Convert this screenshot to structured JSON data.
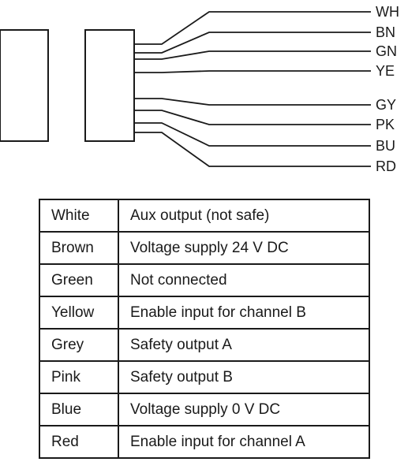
{
  "wires": [
    {
      "code": "WH"
    },
    {
      "code": "BN"
    },
    {
      "code": "GN"
    },
    {
      "code": "YE"
    },
    {
      "code": "GY"
    },
    {
      "code": "PK"
    },
    {
      "code": "BU"
    },
    {
      "code": "RD"
    }
  ],
  "table": {
    "rows": [
      {
        "color": "White",
        "function": "Aux output (not safe)"
      },
      {
        "color": "Brown",
        "function": "Voltage supply 24 V DC"
      },
      {
        "color": "Green",
        "function": "Not connected"
      },
      {
        "color": "Yellow",
        "function": "Enable input for channel B"
      },
      {
        "color": "Grey",
        "function": "Safety output A"
      },
      {
        "color": "Pink",
        "function": "Safety output B"
      },
      {
        "color": "Blue",
        "function": "Voltage supply 0 V DC"
      },
      {
        "color": "Red",
        "function": "Enable input for channel A"
      }
    ]
  }
}
